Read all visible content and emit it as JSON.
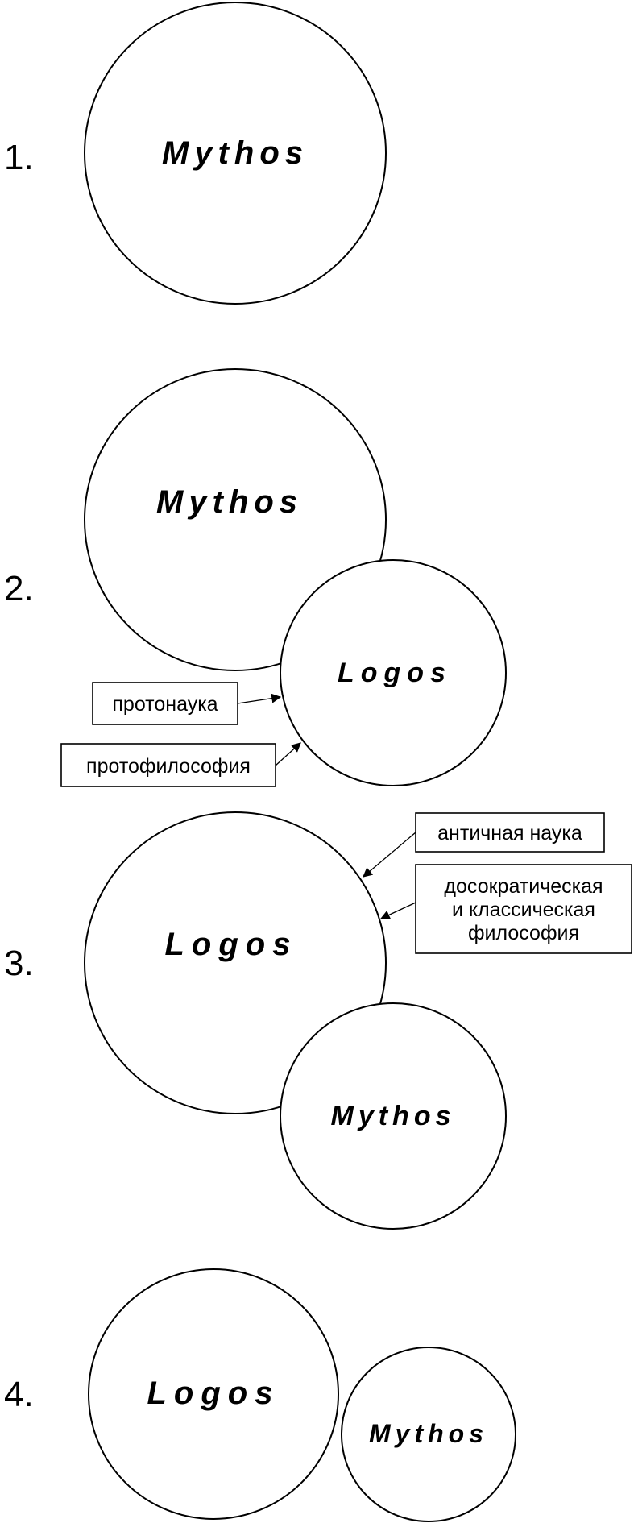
{
  "diagram": {
    "steps": [
      {
        "number": "1.",
        "terms": [
          "Mythos"
        ]
      },
      {
        "number": "2.",
        "terms": [
          "Mythos",
          "Logos"
        ]
      },
      {
        "number": "3.",
        "terms": [
          "Logos",
          "Mythos"
        ]
      },
      {
        "number": "4.",
        "terms": [
          "Logos",
          "Mythos"
        ]
      }
    ],
    "labels": {
      "protoscience": "протонаука",
      "protophilosophy": "протофилософия",
      "ancient_science": "античная наука",
      "philosophy_lines": [
        "досократическая",
        "и классическая",
        "философия"
      ]
    },
    "colors": {
      "line": "#000000",
      "background": "#ffffff"
    }
  }
}
